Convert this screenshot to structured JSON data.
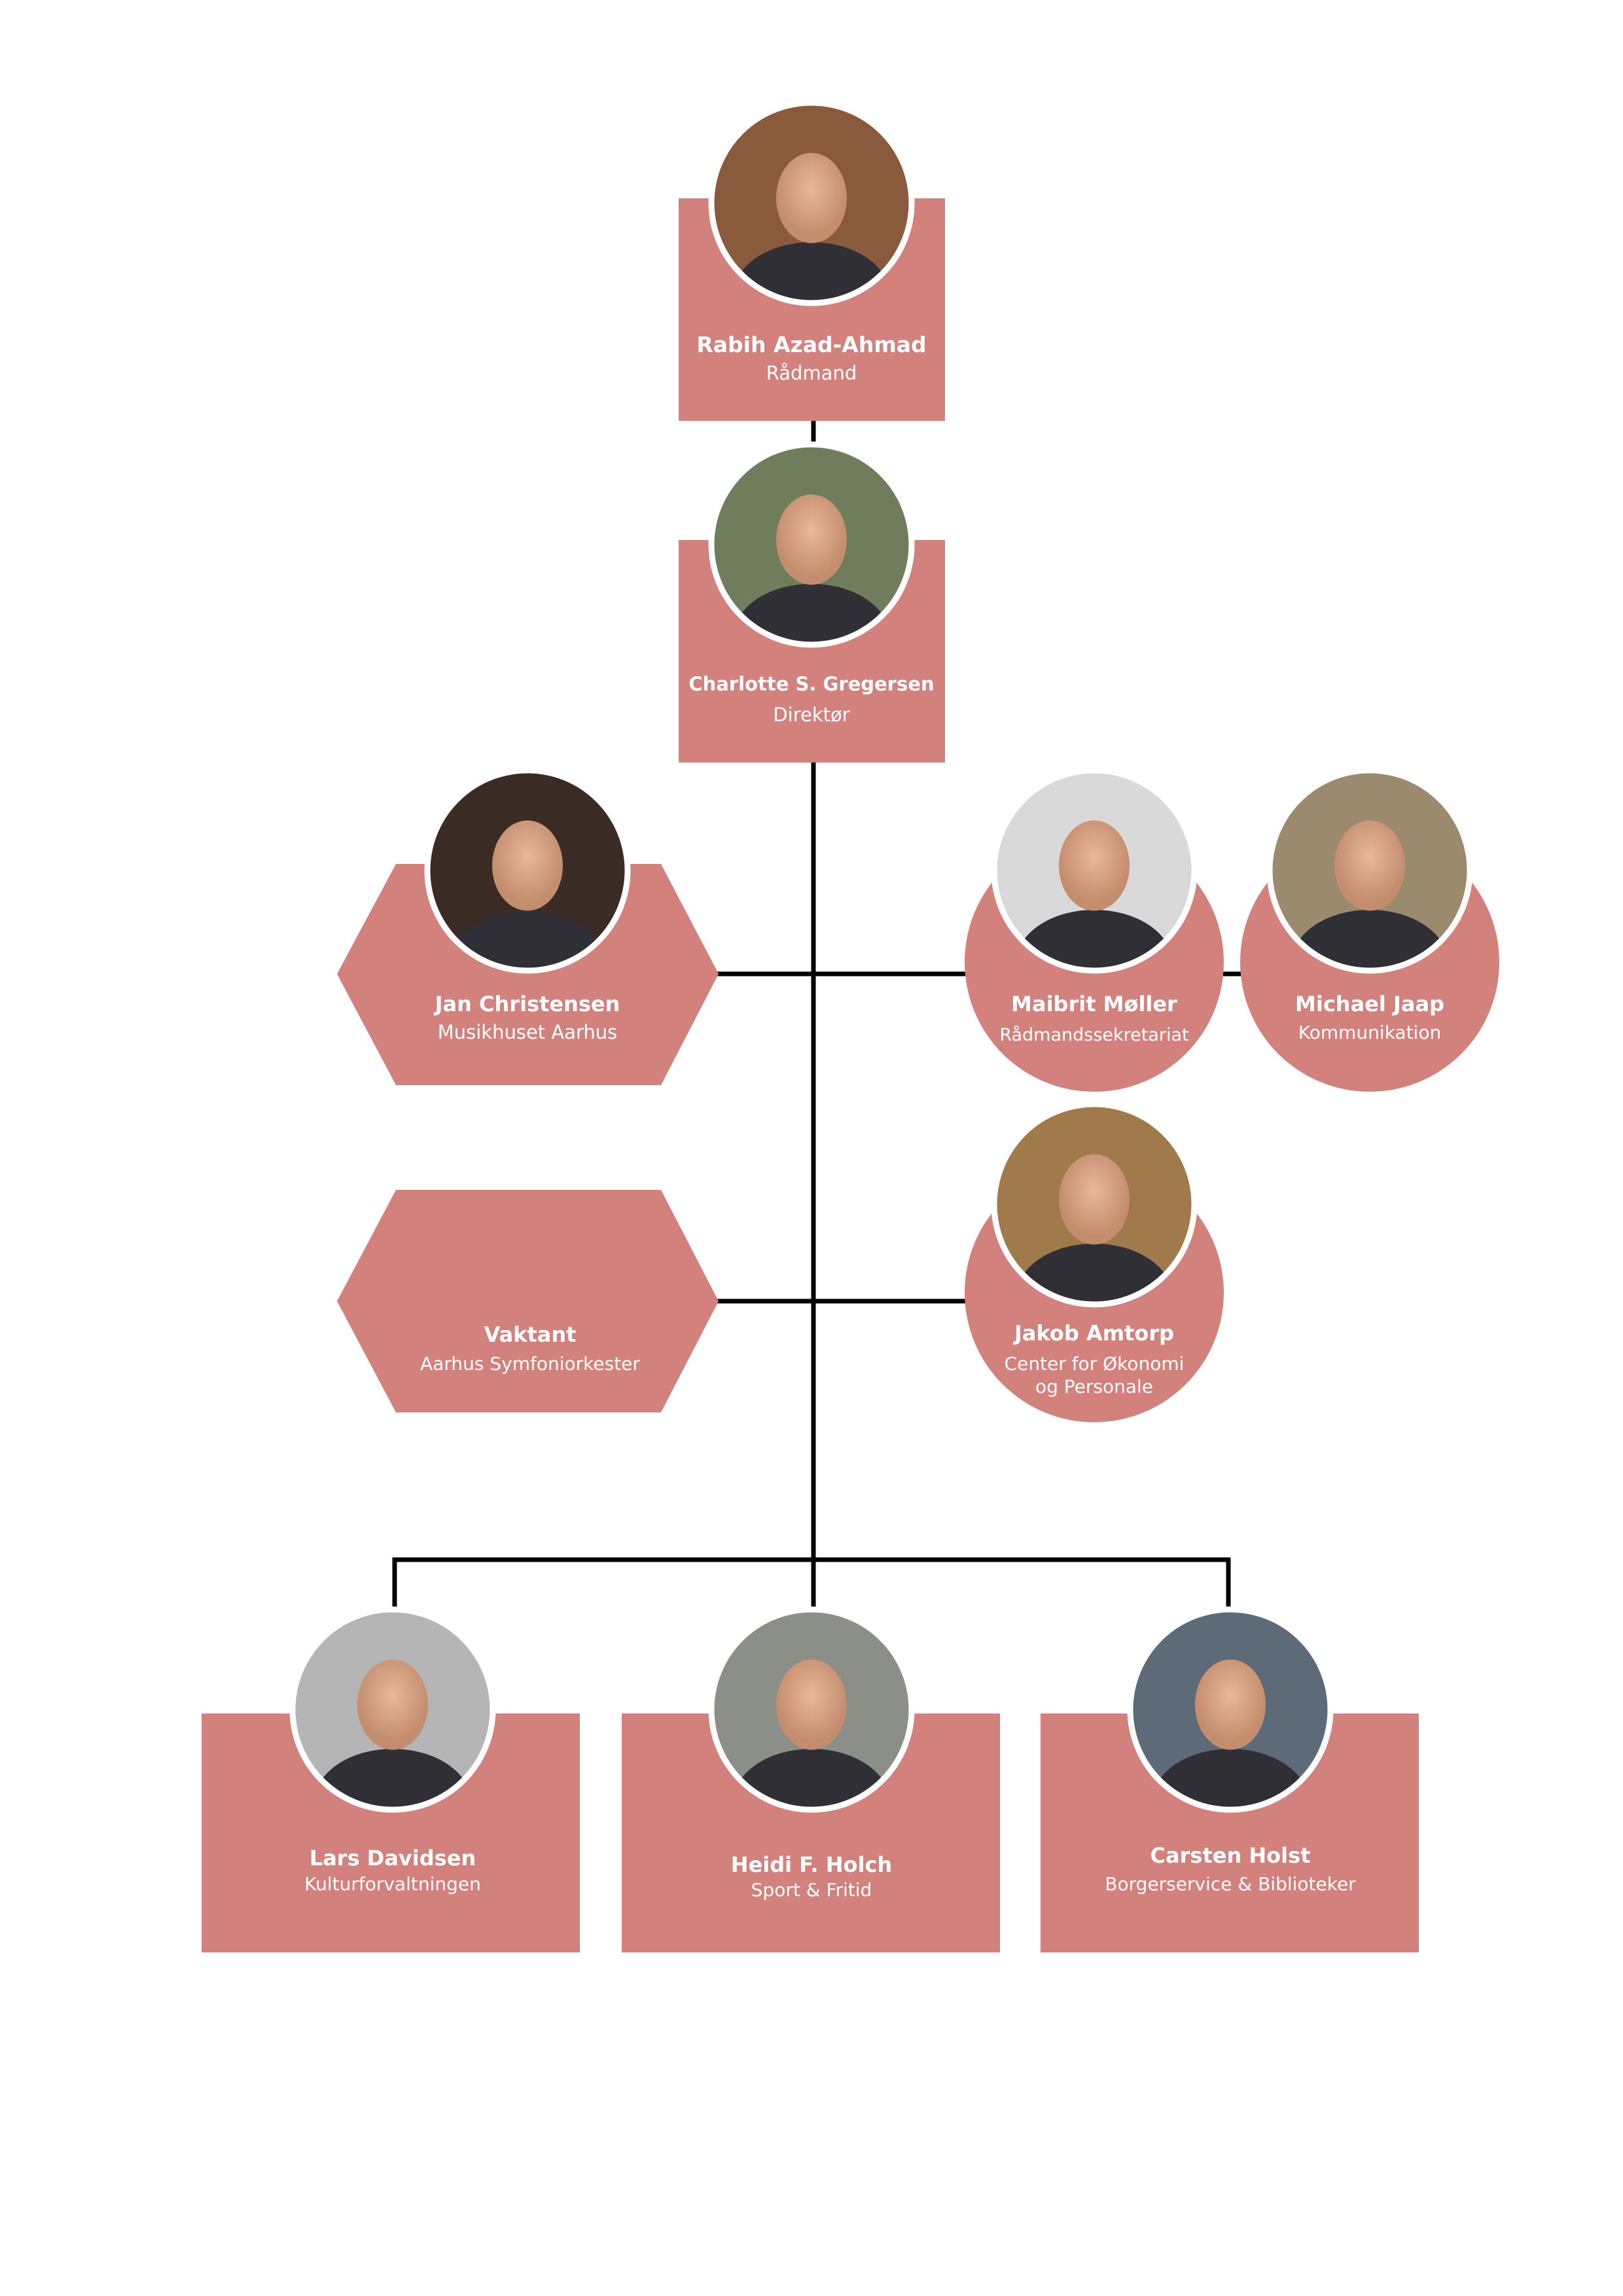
{
  "colors": {
    "box": "#d3817c",
    "line": "#000000",
    "ring": "#ffffff",
    "text": "#ffffff"
  },
  "people": {
    "radmand": {
      "name": "Rabih Azad-Ahmad",
      "role": "Rådmand",
      "photo": "portrait-man-dark-hair-beard",
      "photo_color": "#8a5a3c"
    },
    "direktor": {
      "name": "Charlotte S. Gregersen",
      "role": "Direktør",
      "photo": "portrait-woman-grey-hair-scarf",
      "photo_color": "#6f7d5c"
    },
    "musikhuset": {
      "name": "Jan Christensen",
      "role": "Musikhuset Aarhus",
      "photo": "portrait-man-grey-hair-suit",
      "photo_color": "#3a2b25"
    },
    "sekretariat": {
      "name": "Maibrit Møller",
      "role": "Rådmandssekretariat",
      "photo": "portrait-woman-dark-hair",
      "photo_color": "#d9d9d9"
    },
    "kommunikation": {
      "name": "Michael Jaap",
      "role": "Kommunikation",
      "photo": "portrait-man-glasses-blazer",
      "photo_color": "#9c8a6e"
    },
    "symfoni": {
      "name": "Vaktant",
      "role": "Aarhus Symfoniorkester"
    },
    "okonomi": {
      "name": "Jakob Amtorp",
      "role_line1": "Center for Økonomi",
      "role_line2": "og Personale",
      "photo": "portrait-man-beard-glasses",
      "photo_color": "#a07a4a"
    },
    "kultur": {
      "name": "Lars Davidsen",
      "role": "Kulturforvaltningen",
      "photo": "portrait-man-blond-hair",
      "photo_color": "#b5b5b5"
    },
    "sport": {
      "name": "Heidi F. Holch",
      "role": "Sport & Fritid",
      "photo": "portrait-woman-curly-hair",
      "photo_color": "#8c8f88"
    },
    "borger": {
      "name": "Carsten Holst",
      "role": "Borgerservice & Biblioteker",
      "photo": "portrait-man-dark-hair-beard-shirt",
      "photo_color": "#5d6a78"
    }
  }
}
